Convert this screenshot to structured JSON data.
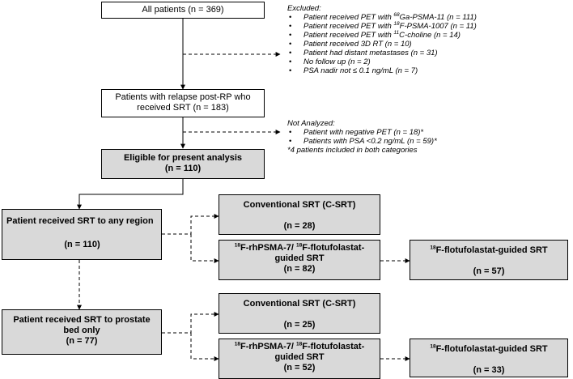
{
  "boxes": {
    "all_patients": {
      "label": "All patients (n = 369)"
    },
    "relapse": {
      "line1": "Patients with relapse post-RP who",
      "line2": "received SRT (n = 183)"
    },
    "eligible": {
      "line1": "Eligible for present analysis",
      "line2": "(n = 110)"
    },
    "any_region": {
      "line1": "Patient received SRT to any region",
      "n": "(n = 110)"
    },
    "prostate_bed": {
      "line1": "Patient received SRT to prostate",
      "line2": "bed only",
      "n": "(n = 77)"
    },
    "csrt_any": {
      "label": "Conventional SRT (C-SRT)",
      "n": "(n = 28)"
    },
    "psma_any": {
      "iso1": "18",
      "part1": "F-rhPSMA-7/ ",
      "iso2": "18",
      "part2": "F-flotufolastat-",
      "line2": "guided SRT",
      "n": "(n = 82)"
    },
    "flot_any": {
      "iso": "18",
      "label": "F-flotufolastat-guided SRT",
      "n": "(n = 57)"
    },
    "csrt_bed": {
      "label": "Conventional SRT (C-SRT)",
      "n": "(n = 25)"
    },
    "psma_bed": {
      "iso1": "18",
      "part1": "F-rhPSMA-7/ ",
      "iso2": "18",
      "part2": "F-flotufolastat-",
      "line2": "guided SRT",
      "n": "(n = 52)"
    },
    "flot_bed": {
      "iso": "18",
      "label": "F-flotufolastat-guided SRT",
      "n": "(n = 33)"
    }
  },
  "excluded": {
    "title": "Excluded:",
    "items": [
      {
        "pre": "Patient received PET with ",
        "iso": "68",
        "post": "Ga-PSMA-11 (n = 111)"
      },
      {
        "pre": "Patient received PET with ",
        "iso": "18",
        "post": "F-PSMA-1007 (n = 11)"
      },
      {
        "pre": "Patient received PET with ",
        "iso": "11",
        "post": "C-choline (n = 14)"
      },
      {
        "pre": "Patient received 3D RT (n = 10)",
        "iso": "",
        "post": ""
      },
      {
        "pre": "Patient had distant metastases (n = 31)",
        "iso": "",
        "post": ""
      },
      {
        "pre": "No follow up (n = 2)",
        "iso": "",
        "post": ""
      },
      {
        "pre": "PSA nadir not ≤ 0.1 ng/mL (n = 7)",
        "iso": "",
        "post": ""
      }
    ]
  },
  "not_analyzed": {
    "title": "Not Analyzed:",
    "items": [
      "Patient with negative PET (n = 18)*",
      "Patients with PSA <0.2 ng/mL (n = 59)*"
    ],
    "footnote": "*4 patients included in both categories"
  }
}
